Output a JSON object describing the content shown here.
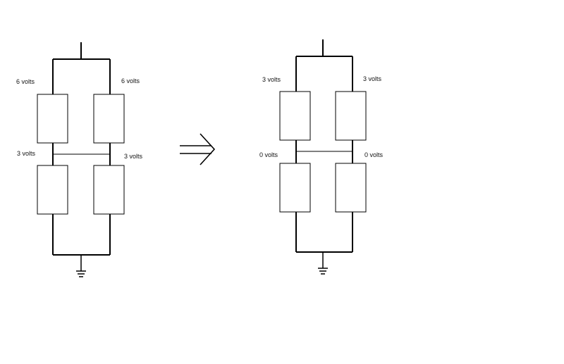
{
  "colors": {
    "background": "#ffffff",
    "stroke": "#000000",
    "text": "#111111"
  },
  "left_circuit": {
    "label_top_left": "6 volts",
    "label_top_right": "6 volts",
    "label_mid_left": "3 volts",
    "label_mid_right": "3 volts"
  },
  "arrow": {
    "type": "implies-arrow"
  },
  "right_circuit": {
    "label_top_left": "3 volts",
    "label_top_right": "3 volts",
    "label_mid_left": "0  volts",
    "label_mid_right": "0  volts"
  }
}
